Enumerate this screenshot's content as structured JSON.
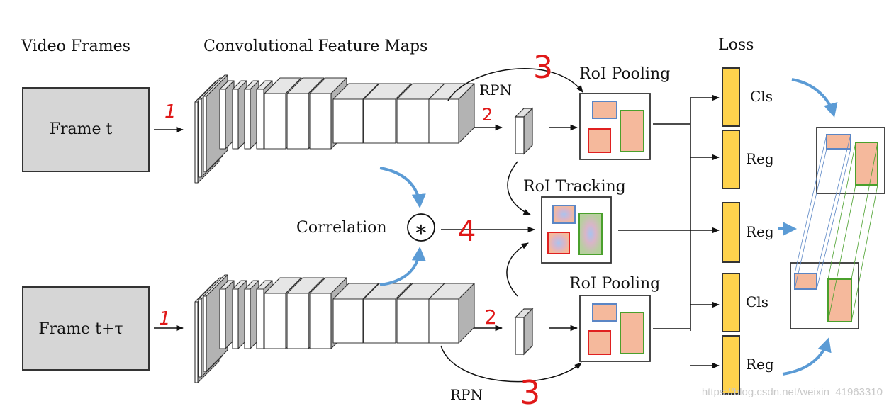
{
  "headers": {
    "video_frames": "Video Frames",
    "conv_maps": "Convolutional Feature Maps",
    "loss": "Loss"
  },
  "frames": {
    "top": "Frame t",
    "bottom": "Frame t+τ"
  },
  "labels": {
    "rpn_top": "RPN",
    "rpn_bottom": "RPN",
    "roi_pooling_top": "RoI Pooling",
    "roi_pooling_bottom": "RoI Pooling",
    "roi_tracking": "RoI Tracking",
    "correlation": "Correlation",
    "correlation_symbol": "∗"
  },
  "loss_outputs": [
    "Cls",
    "Reg",
    "Reg",
    "Cls",
    "Reg"
  ],
  "annotations": {
    "step1_top": "1",
    "step1_bottom": "1",
    "step2_top": "2",
    "step2_bottom": "2",
    "step3_top": "3",
    "step3_bottom": "3",
    "step4": "4"
  },
  "watermark": "https://blog.csdn.net/weixin_41963310",
  "colors": {
    "frame_fill": "#d6d6d6",
    "loss_bar": "#ffd34d",
    "roi_peach": "#f5b99c",
    "roi_blue": "#5b86c5",
    "roi_red": "#e02020",
    "roi_green": "#4aa02c",
    "arrow_blue": "#5b9bd5",
    "annotation_red": "#e01818"
  }
}
